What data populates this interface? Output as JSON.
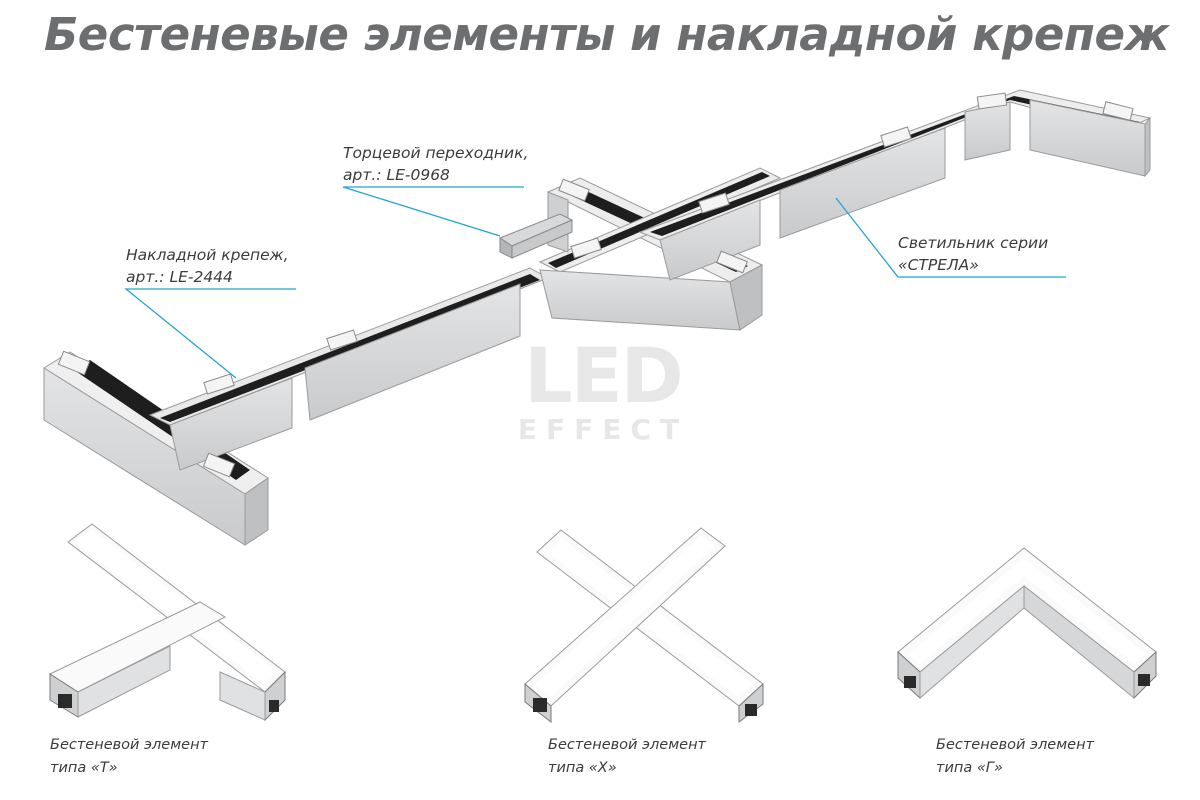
{
  "title": "Бестеневые элементы и накладной крепеж",
  "watermark": {
    "line1": "LED",
    "line2": "EFFECT"
  },
  "callouts": {
    "end_adapter": {
      "line1": "Торцевой переходник,",
      "line2": "арт.: LE-0968"
    },
    "surface_mount": {
      "line1": "Накладной крепеж,",
      "line2": "арт.: LE-2444"
    },
    "luminaire": {
      "line1": "Светильник серии",
      "line2": "«СТРЕЛА»"
    }
  },
  "elements": [
    {
      "line1": "Бестеневой элемент",
      "line2": "типа «Т»"
    },
    {
      "line1": "Бестеневой элемент",
      "line2": "типа «Х»"
    },
    {
      "line1": "Бестеневой элемент",
      "line2": "типа «Г»"
    }
  ],
  "colors": {
    "title": "#6d6e70",
    "leader": "#26a3d0",
    "profile": "#d6d7d9",
    "channel": "#1e1e1e"
  }
}
